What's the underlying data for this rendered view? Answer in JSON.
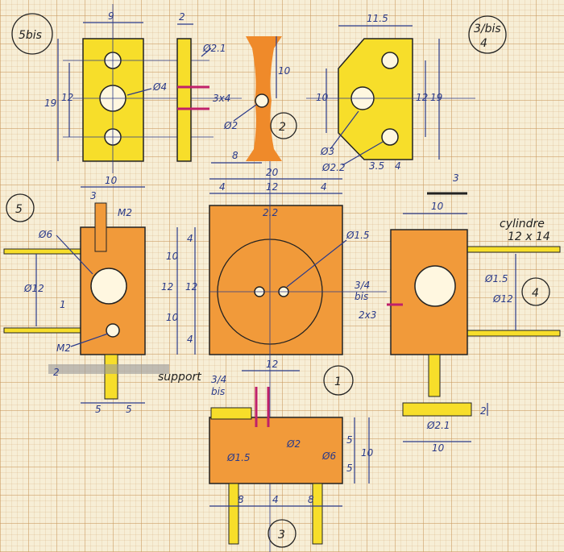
{
  "part_5bis": {
    "label": "5bis",
    "width": "9",
    "thickness": "2",
    "height": "19",
    "spacing": "12",
    "hole_big": "Ø4",
    "hole_small": "Ø2.1",
    "slot": "3x4"
  },
  "part_2": {
    "label": "2",
    "length": "10",
    "hole": "Ø2",
    "width": "8"
  },
  "part_3bis4": {
    "label_top": "3/bis",
    "label_bottom": "4",
    "width": "11.5",
    "h1": "10",
    "h2": "12",
    "h3": "19",
    "hole_big": "Ø3",
    "hole_small": "Ø2.2",
    "d1": "3.5",
    "d2": "4"
  },
  "part_5": {
    "label": "5",
    "width": "10",
    "d3": "3",
    "thread_top": "M2",
    "hole": "Ø6",
    "outer": "Ø12",
    "gap": "1",
    "thread_bottom": "M2",
    "h_a": "10",
    "h_b": "12",
    "h_c": "10",
    "s_a": "4",
    "s_b": "12",
    "s_c": "4",
    "base": "2",
    "support": "support",
    "w1": "5",
    "w2": "5"
  },
  "part_1": {
    "label": "1",
    "width": "20",
    "a": "4",
    "b": "12",
    "c": "4",
    "center": "2.2",
    "hole": "Ø1.5",
    "bottom": "12"
  },
  "part_3": {
    "label": "3",
    "ref": "3/4",
    "ref2": "bis",
    "hole": "Ø2",
    "holes": "Ø1.5",
    "outer": "Ø6",
    "h1": "5",
    "h2": "5",
    "h3": "10",
    "w1": "8",
    "w2": "4",
    "w3": "8"
  },
  "part_4": {
    "label": "4",
    "d": "3",
    "width": "10",
    "cyl1": "cylindre",
    "cyl2": "12 x 14",
    "ref": "3/4",
    "ref2": "bis",
    "slot": "2x3",
    "hole": "Ø1.5",
    "outer": "Ø12",
    "bottom_hole": "Ø2.1",
    "bottom_w": "10",
    "bottom_t": "2"
  }
}
